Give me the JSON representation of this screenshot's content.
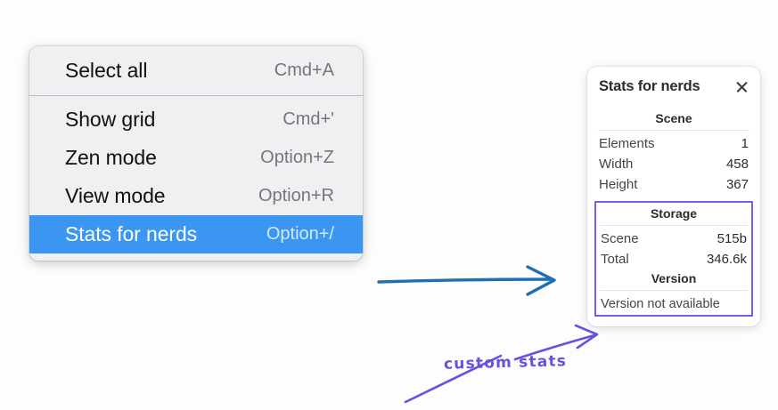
{
  "colors": {
    "menu_background": "#f0f0f2",
    "menu_selected": "#3a96f0",
    "panel_background": "#ffffff",
    "accent_purple": "#7f5bf0",
    "arrow_blue": "#1f6fb2",
    "page_background": "#fdfdfd"
  },
  "context_menu": {
    "groups": [
      {
        "items": [
          {
            "label": "Select all",
            "shortcut": "Cmd+A",
            "selected": false
          }
        ]
      },
      {
        "items": [
          {
            "label": "Show grid",
            "shortcut": "Cmd+'",
            "selected": false
          },
          {
            "label": "Zen mode",
            "shortcut": "Option+Z",
            "selected": false
          },
          {
            "label": "View mode",
            "shortcut": "Option+R",
            "selected": false
          },
          {
            "label": "Stats for nerds",
            "shortcut": "Option+/",
            "selected": true
          }
        ]
      }
    ]
  },
  "stats_panel": {
    "title": "Stats for nerds",
    "close_icon": "close-icon",
    "scene": {
      "heading": "Scene",
      "rows": [
        {
          "key": "Elements",
          "value": "1"
        },
        {
          "key": "Width",
          "value": "458"
        },
        {
          "key": "Height",
          "value": "367"
        }
      ]
    },
    "storage": {
      "heading": "Storage",
      "rows": [
        {
          "key": "Scene",
          "value": "515b"
        },
        {
          "key": "Total",
          "value": "346.6k"
        }
      ]
    },
    "version": {
      "heading": "Version",
      "note": "Version not available"
    }
  },
  "annotations": {
    "custom_stats_label": "custom stats",
    "blue_arrow": "arrow-menu-to-panel",
    "purple_arrow": "arrow-label-to-custom-region"
  }
}
